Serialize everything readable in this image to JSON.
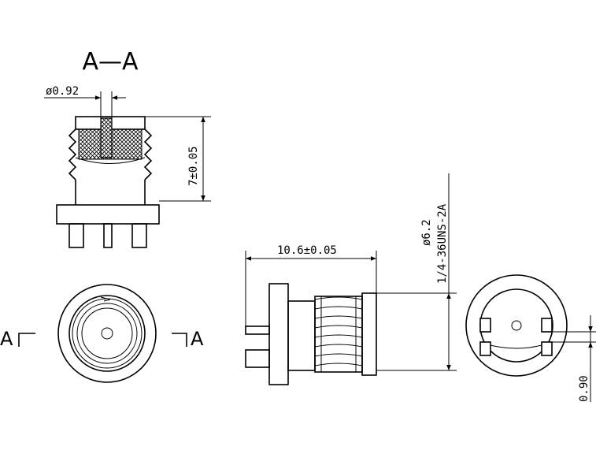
{
  "section_label": "A—A",
  "section_mark_left": "A",
  "section_mark_right": "A",
  "dims": {
    "pin_diameter": "ø0.92",
    "height": "7±0.05",
    "length": "10.6±0.05",
    "diameter": "ø6.2",
    "thread": "1/4-36UNS-2A",
    "pin_offset": "0.90"
  }
}
